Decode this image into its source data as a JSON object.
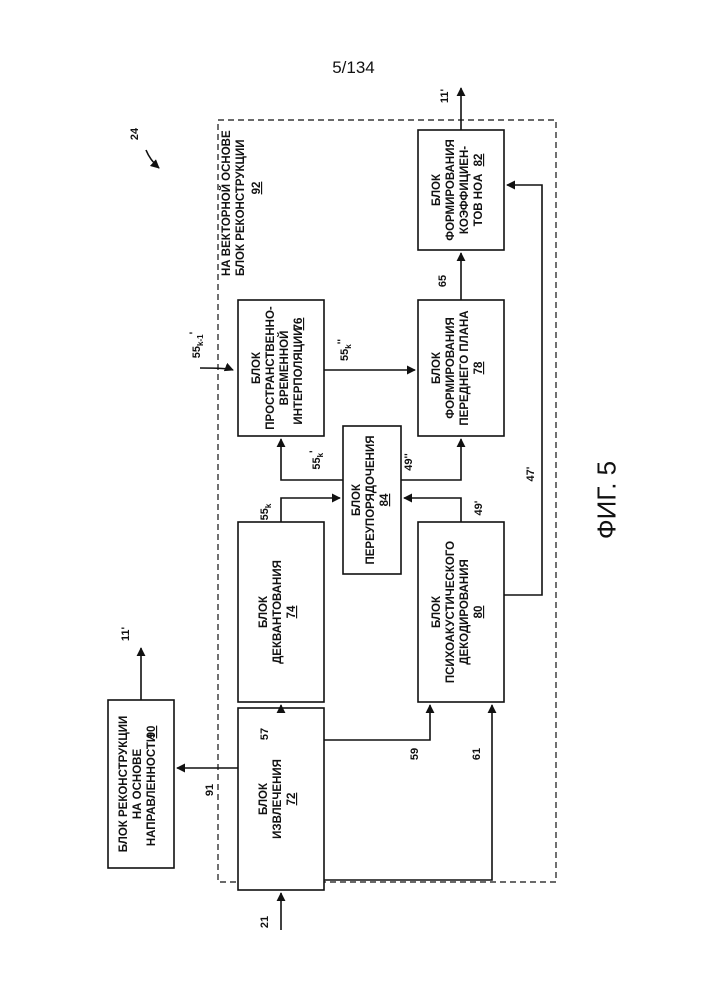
{
  "page_number": "5/134",
  "figure_caption": "ФИГ. 5",
  "figure_ref": "24",
  "group": {
    "lines": [
      "НА ВЕКТОРНОЙ ОСНОВЕ",
      "БЛОК РЕКОНСТРУКЦИИ"
    ],
    "number": "92"
  },
  "blocks": {
    "dir_recon": {
      "lines": [
        "БЛОК РЕКОНСТРУКЦИИ",
        "НА ОСНОВЕ",
        "НАПРАВЛЕННОСТИ"
      ],
      "number": "90"
    },
    "extraction": {
      "lines": [
        "БЛОК",
        "ИЗВЛЕЧЕНИЯ"
      ],
      "number": "72"
    },
    "dequant": {
      "lines": [
        "БЛОК",
        "ДЕКВАНТОВАНИЯ"
      ],
      "number": "74"
    },
    "reorder": {
      "lines": [
        "БЛОК",
        "ПЕРЕУПОРЯДОЧЕНИЯ"
      ],
      "number": "84"
    },
    "psycho": {
      "lines": [
        "БЛОК",
        "ПСИХОАКУСТИЧЕСКОГО",
        "ДЕКОДИРОВАНИЯ"
      ],
      "number": "80"
    },
    "interp": {
      "lines": [
        "БЛОК",
        "ПРОСТРАНСТВЕННО-",
        "ВРЕМЕННОЙ",
        "ИНТЕРПОЛЯЦИИ"
      ],
      "number": "76"
    },
    "foreground": {
      "lines": [
        "БЛОК",
        "ФОРМИРОВАНИЯ",
        "ПЕРЕДНЕГО ПЛАНА"
      ],
      "number": "78"
    },
    "hoa": {
      "lines": [
        "БЛОК",
        "ФОРМИРОВАНИЯ",
        "КОЭФФИЦИЕН-",
        "ТОВ HOA"
      ],
      "number": "82"
    }
  },
  "signals": {
    "s21": "21",
    "s91": "91",
    "s11_left": "11'",
    "s57": "57",
    "s59": "59",
    "s61": "61",
    "s55k": "55",
    "s55k_sub": "k",
    "s55kp": "55",
    "s55kp_sub": "k",
    "s55kp_sup": "'",
    "s55km1": "55",
    "s55km1_sub": "k-1",
    "s55km1_sup": "'",
    "s55kpp": "55",
    "s55kpp_sub": "k",
    "s55kpp_sup": "''",
    "s49p": "49'",
    "s49pp": "49''",
    "s47p": "47'",
    "s65": "65",
    "s11_right": "11'"
  }
}
